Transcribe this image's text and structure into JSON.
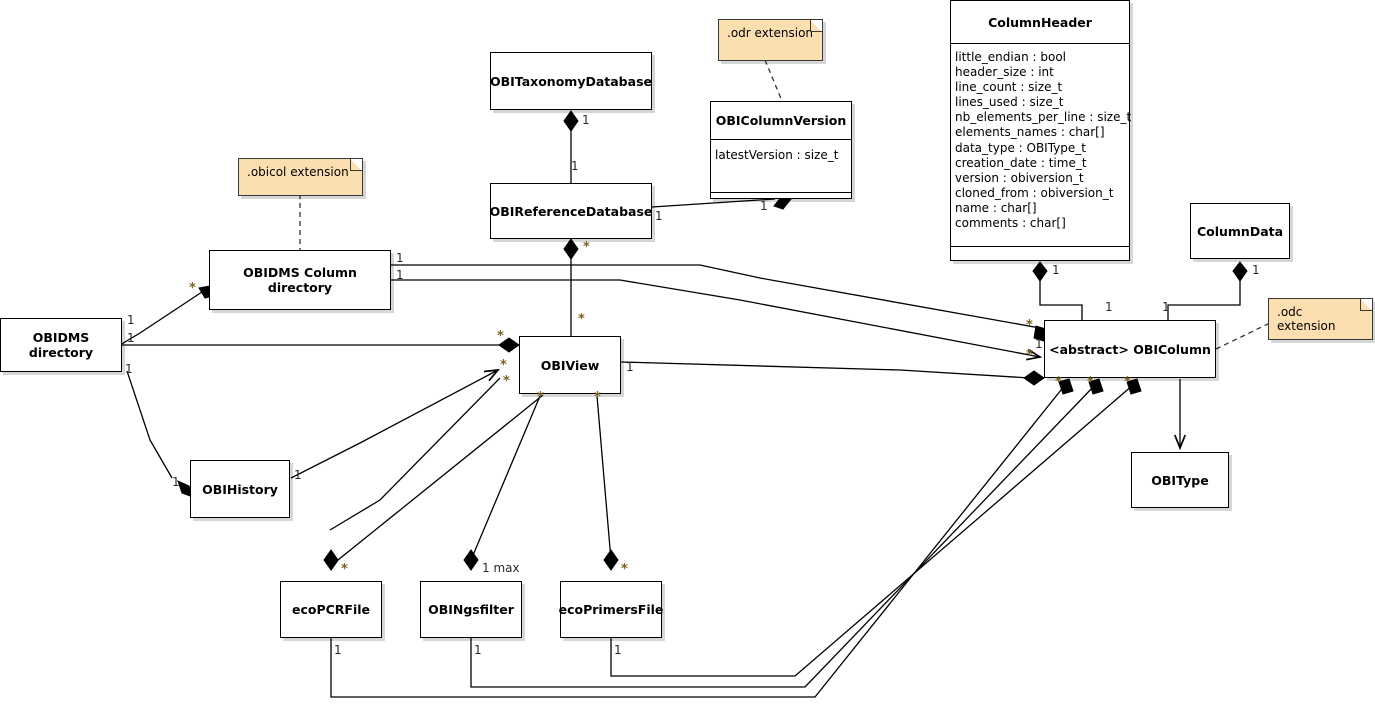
{
  "diagram": {
    "title": "OBIDMS UML class diagram",
    "type": "uml-class-diagram",
    "accent_note_color": "#fbdfb1",
    "line_color": "#000000"
  },
  "classes": {
    "obidms_directory": {
      "name": "OBIDMS directory"
    },
    "obidms_column_directory": {
      "name": "OBIDMS Column directory"
    },
    "obitaxonomydatabase": {
      "name": "OBITaxonomyDatabase"
    },
    "obireferencedatabase": {
      "name": "OBIReferenceDatabase"
    },
    "obicolumnversion": {
      "name": "OBIColumnVersion",
      "attributes": [
        "latestVersion : size_t"
      ],
      "operations": []
    },
    "columnheader": {
      "name": "ColumnHeader",
      "attributes": [
        "little_endian : bool",
        "header_size : int",
        "line_count : size_t",
        "lines_used : size_t",
        "nb_elements_per_line : size_t",
        "elements_names : char[]",
        "data_type : OBIType_t",
        "creation_date : time_t",
        "version : obiversion_t",
        "cloned_from : obiversion_t",
        "name : char[]",
        "comments : char[]"
      ],
      "operations": []
    },
    "columndata": {
      "name": "ColumnData"
    },
    "obicolumn": {
      "name": "<abstract> OBIColumn"
    },
    "obitype": {
      "name": "OBIType"
    },
    "obiview": {
      "name": "OBIView"
    },
    "obihistory": {
      "name": "OBIHistory"
    },
    "ecopcrfile": {
      "name": "ecoPCRFile"
    },
    "obingsfilter": {
      "name": "OBINgsfilter"
    },
    "ecoprimersfile": {
      "name": "ecoPrimersFile"
    }
  },
  "notes": {
    "obicol_extension": {
      "text": ".obicol extension"
    },
    "odr_extension": {
      "text": ".odr extension"
    },
    "odc_extension": {
      "text": ".odc extension"
    }
  },
  "multiplicities": {
    "taxonomydb_to_refdb_top": "1",
    "taxonomydb_to_refdb_bottom": "1",
    "refdb_to_columnversion": "1",
    "columnversion_to_refdb": "1",
    "columndir_right_upper": "1",
    "columndir_right_lower": "1",
    "columndir_from_dms": "*",
    "dms_dir_upper": "1",
    "dms_dir_middle": "1",
    "dms_dir_lower": "1",
    "obiview_from_dms": "*",
    "obiview_top": "*",
    "obiview_right": "1",
    "obiview_left_a": "*",
    "obiview_left_b": "*",
    "obiview_bottom_left": "*",
    "obiview_bottom_right": "*",
    "obihistory_left": "1",
    "obihistory_right": "1",
    "columnheader_to_column": "1",
    "columnheader_column_end": "1",
    "columndata_to_column": "1",
    "columndata_column_end": "1",
    "column_left_upper": "*",
    "column_left_mid": "1",
    "column_left_lower": "*",
    "column_bottom_a": "*",
    "column_bottom_b": "*",
    "column_bottom_c": "*",
    "ecopcrfile_top": "*",
    "ecopcrfile_bottom": "1",
    "obingsfilter_top": "1 max",
    "obingsfilter_bottom": "1",
    "ecoprimersfile_top": "*",
    "ecoprimersfile_bottom": "1"
  }
}
